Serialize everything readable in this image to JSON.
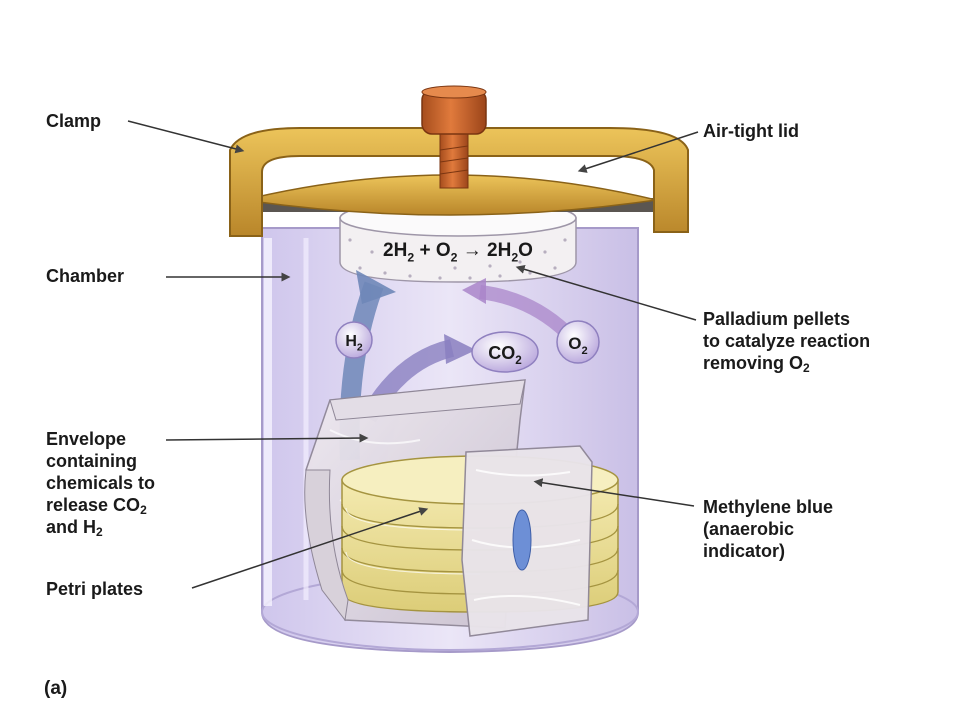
{
  "figure_label": "(a)",
  "labels": {
    "clamp": [
      "Clamp"
    ],
    "lid": [
      "Air-tight lid"
    ],
    "chamber": [
      "Chamber"
    ],
    "palladium": [
      [
        {
          "t": "Palladium pellets"
        }
      ],
      [
        {
          "t": "to catalyze reaction"
        }
      ],
      [
        {
          "t": "removing O"
        },
        {
          "sub": "2"
        }
      ]
    ],
    "envelope": [
      [
        {
          "t": "Envelope"
        }
      ],
      [
        {
          "t": "containing"
        }
      ],
      [
        {
          "t": "chemicals to"
        }
      ],
      [
        {
          "t": "release CO"
        },
        {
          "sub": "2"
        }
      ],
      [
        {
          "t": "and H"
        },
        {
          "sub": "2"
        }
      ]
    ],
    "methylene": [
      [
        {
          "t": "Methylene blue"
        }
      ],
      [
        {
          "t": "(anaerobic"
        }
      ],
      [
        {
          "t": "indicator)"
        }
      ]
    ],
    "petri": [
      "Petri plates"
    ]
  },
  "reaction": [
    {
      "t": "2H"
    },
    {
      "sub": "2"
    },
    {
      "t": " + O"
    },
    {
      "sub": "2"
    },
    {
      "arrow": true
    },
    {
      "t": " 2H"
    },
    {
      "sub": "2"
    },
    {
      "t": "O"
    }
  ],
  "bubbles": {
    "h2": [
      {
        "t": "H"
      },
      {
        "sub": "2"
      }
    ],
    "co2": [
      {
        "t": "CO"
      },
      {
        "sub": "2"
      }
    ],
    "o2": [
      {
        "t": "O"
      },
      {
        "sub": "2"
      }
    ]
  },
  "colors": {
    "lid_gold": "#d8a63a",
    "knob_copper": "#c4632a",
    "chamber_lavender": "#d9d2ee",
    "gas_arrow": "#6f87b8",
    "o2_arrow": "#a985c9",
    "plates_yellow": "#efe39a",
    "indicator_blue": "#6d8fd6"
  }
}
